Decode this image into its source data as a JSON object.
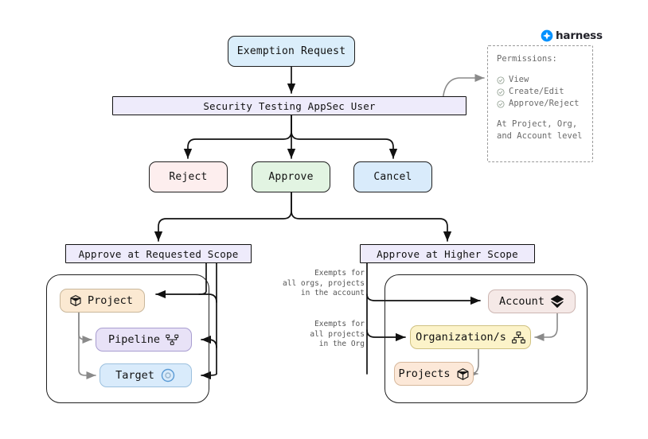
{
  "brand": {
    "name": "harness",
    "logo_icon": "harness-diamond-icon",
    "accent_color": "#0091ff"
  },
  "flow": {
    "start": {
      "label": "Exemption Request",
      "color": "#dbeefb"
    },
    "actor": {
      "label": "Security Testing AppSec User",
      "color": "#eeebfb"
    },
    "actions": [
      {
        "id": "reject",
        "label": "Reject",
        "color": "#fdeeee"
      },
      {
        "id": "approve",
        "label": "Approve",
        "color": "#e2f4e2"
      },
      {
        "id": "cancel",
        "label": "Cancel",
        "color": "#d9ebfb"
      }
    ],
    "scopes": [
      {
        "id": "requested",
        "label": "Approve at Requested Scope",
        "color": "#eeebfb"
      },
      {
        "id": "higher",
        "label": "Approve at Higher Scope",
        "color": "#eeebfb"
      }
    ]
  },
  "permissions": {
    "title": "Permissions:",
    "items": [
      {
        "label": "View",
        "icon": "check-circle-icon"
      },
      {
        "label": "Create/Edit",
        "icon": "check-circle-icon"
      },
      {
        "label": "Approve/Reject",
        "icon": "check-circle-icon"
      }
    ],
    "footer_line1": "At Project, Org,",
    "footer_line2": "and Account level"
  },
  "requested_scope_cluster": {
    "nodes": [
      {
        "id": "project",
        "label": "Project",
        "icon": "cube-icon",
        "color": "#fbe9d2"
      },
      {
        "id": "pipeline",
        "label": "Pipeline",
        "icon": "pipeline-icon",
        "color": "#e8e2f7"
      },
      {
        "id": "target",
        "label": "Target",
        "icon": "target-icon",
        "color": "#d9ebfb"
      }
    ]
  },
  "higher_scope_cluster": {
    "nodes": [
      {
        "id": "account",
        "label": "Account",
        "icon": "layers-icon",
        "color": "#f5e9e7"
      },
      {
        "id": "org",
        "label": "Organization/s",
        "icon": "org-icon",
        "color": "#fcf3c9"
      },
      {
        "id": "projects",
        "label": "Projects",
        "icon": "cube-icon",
        "color": "#fce8d8"
      }
    ]
  },
  "annotations": [
    {
      "id": "account-note",
      "text": "Exempts for\nall orgs, projects\nin the account"
    },
    {
      "id": "org-note",
      "text": "Exempts for\nall projects\nin the Org"
    }
  ]
}
